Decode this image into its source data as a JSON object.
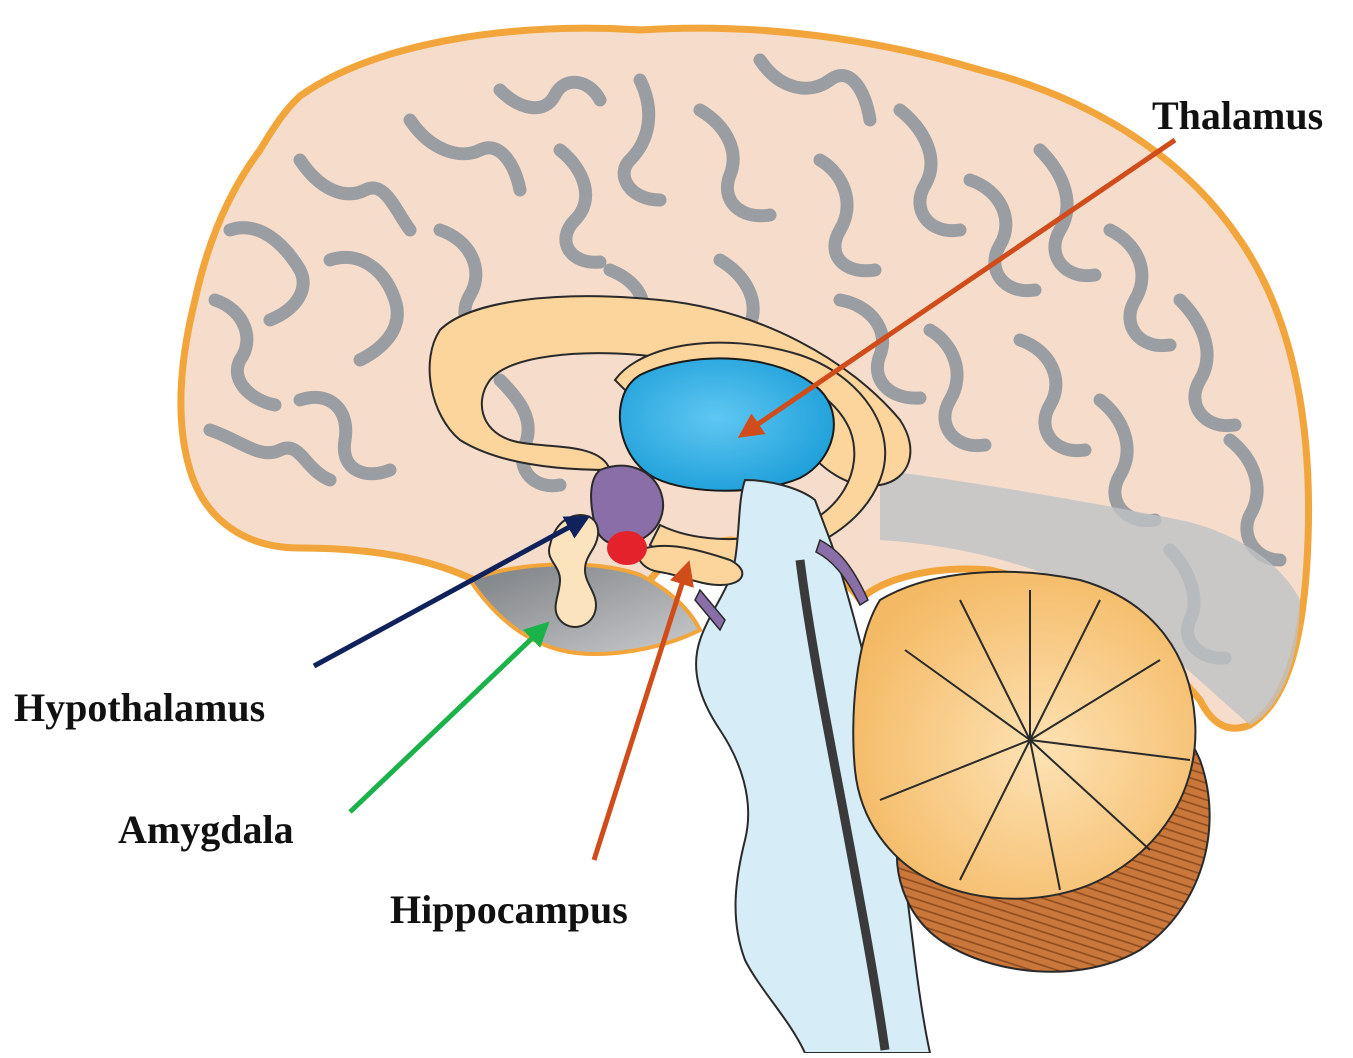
{
  "labels": {
    "thalamus": "Thalamus",
    "hypothalamus": "Hypothalamus",
    "amygdala": "Amygdala",
    "hippocampus": "Hippocampus"
  },
  "colors": {
    "cortex_fill": "#f6dccb",
    "cortex_outline": "#f2a53a",
    "sulci": "#9a9ea2",
    "corpus_callosum": "#fbd59c",
    "thalamus": "#1e9fd9",
    "hypothalamus": "#8a6ea8",
    "amygdala_spot": "#e3222c",
    "brainstem": "#d6ecf7",
    "cerebellum": "#f6c27a",
    "cerebellum_hemisphere": "#c9773a",
    "temporal_shadow": "#8c8f93",
    "arrow_thalamus": "#d04d1b",
    "arrow_hypothalamus": "#10225c",
    "arrow_amygdala": "#1bb24a",
    "arrow_hippocampus": "#d04d1b"
  }
}
